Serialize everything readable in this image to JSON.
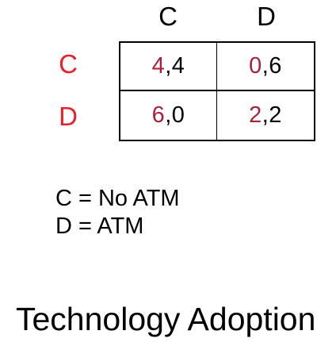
{
  "colors": {
    "row_label": "#e8212b",
    "row_payoff": "#a4223c",
    "col_payoff": "#000000",
    "text": "#000000",
    "border": "#000000"
  },
  "matrix": {
    "column_labels": [
      "C",
      "D"
    ],
    "row_labels": [
      "C",
      "D"
    ],
    "cells": [
      [
        {
          "row": "4",
          "sep": ",",
          "col": "4"
        },
        {
          "row": "0",
          "sep": ",",
          "col": "6"
        }
      ],
      [
        {
          "row": "6",
          "sep": ",",
          "col": "0"
        },
        {
          "row": "2",
          "sep": ",",
          "col": "2"
        }
      ]
    ]
  },
  "legend": [
    "C = No ATM",
    "D = ATM"
  ],
  "caption": "Technology Adoption"
}
